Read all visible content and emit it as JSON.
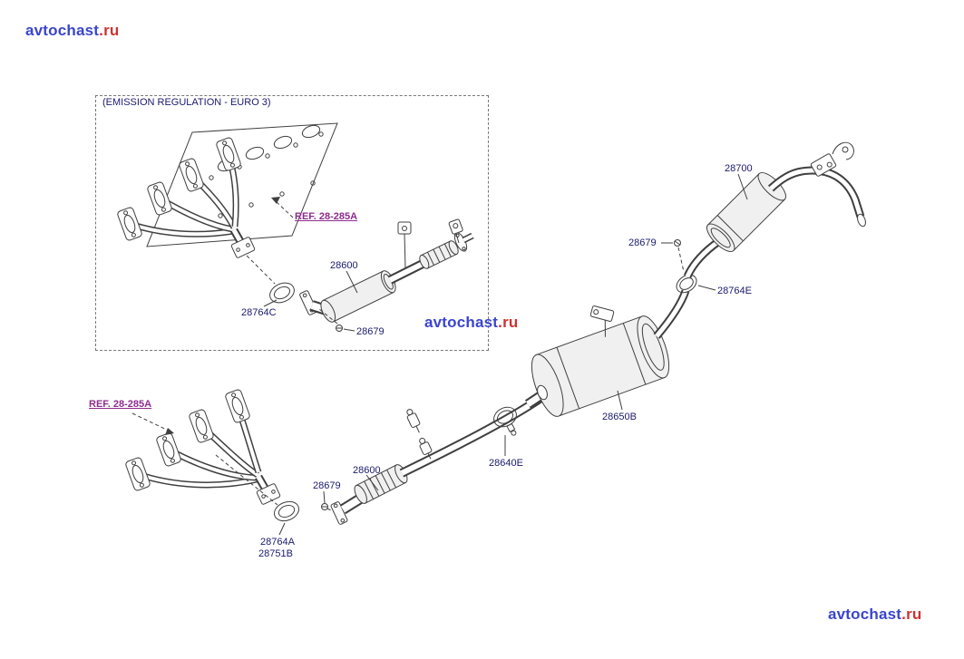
{
  "colors": {
    "label": "#1a1a6e",
    "ref": "#8e2c8e",
    "watermark_name": "#3a45cc",
    "watermark_tld": "#cc3333",
    "line": "#3f3f3f"
  },
  "watermark": {
    "name": "avtochast",
    "tld": ".ru"
  },
  "emission_box": {
    "label": "(EMISSION REGULATION - EURO 3)"
  },
  "parts": {
    "ref_top": "REF. 28-285A",
    "p28600_top": "28600",
    "p28764c": "28764C",
    "p28679_top": "28679",
    "p28700": "28700",
    "p28679_mid": "28679",
    "p28764e": "28764E",
    "p28650b": "28650B",
    "p28640e": "28640E",
    "p28600_bottom": "28600",
    "p28679_bottom": "28679",
    "ref_bottom": "REF. 28-285A",
    "p28764a": "28764A",
    "p28751b": "28751B"
  }
}
